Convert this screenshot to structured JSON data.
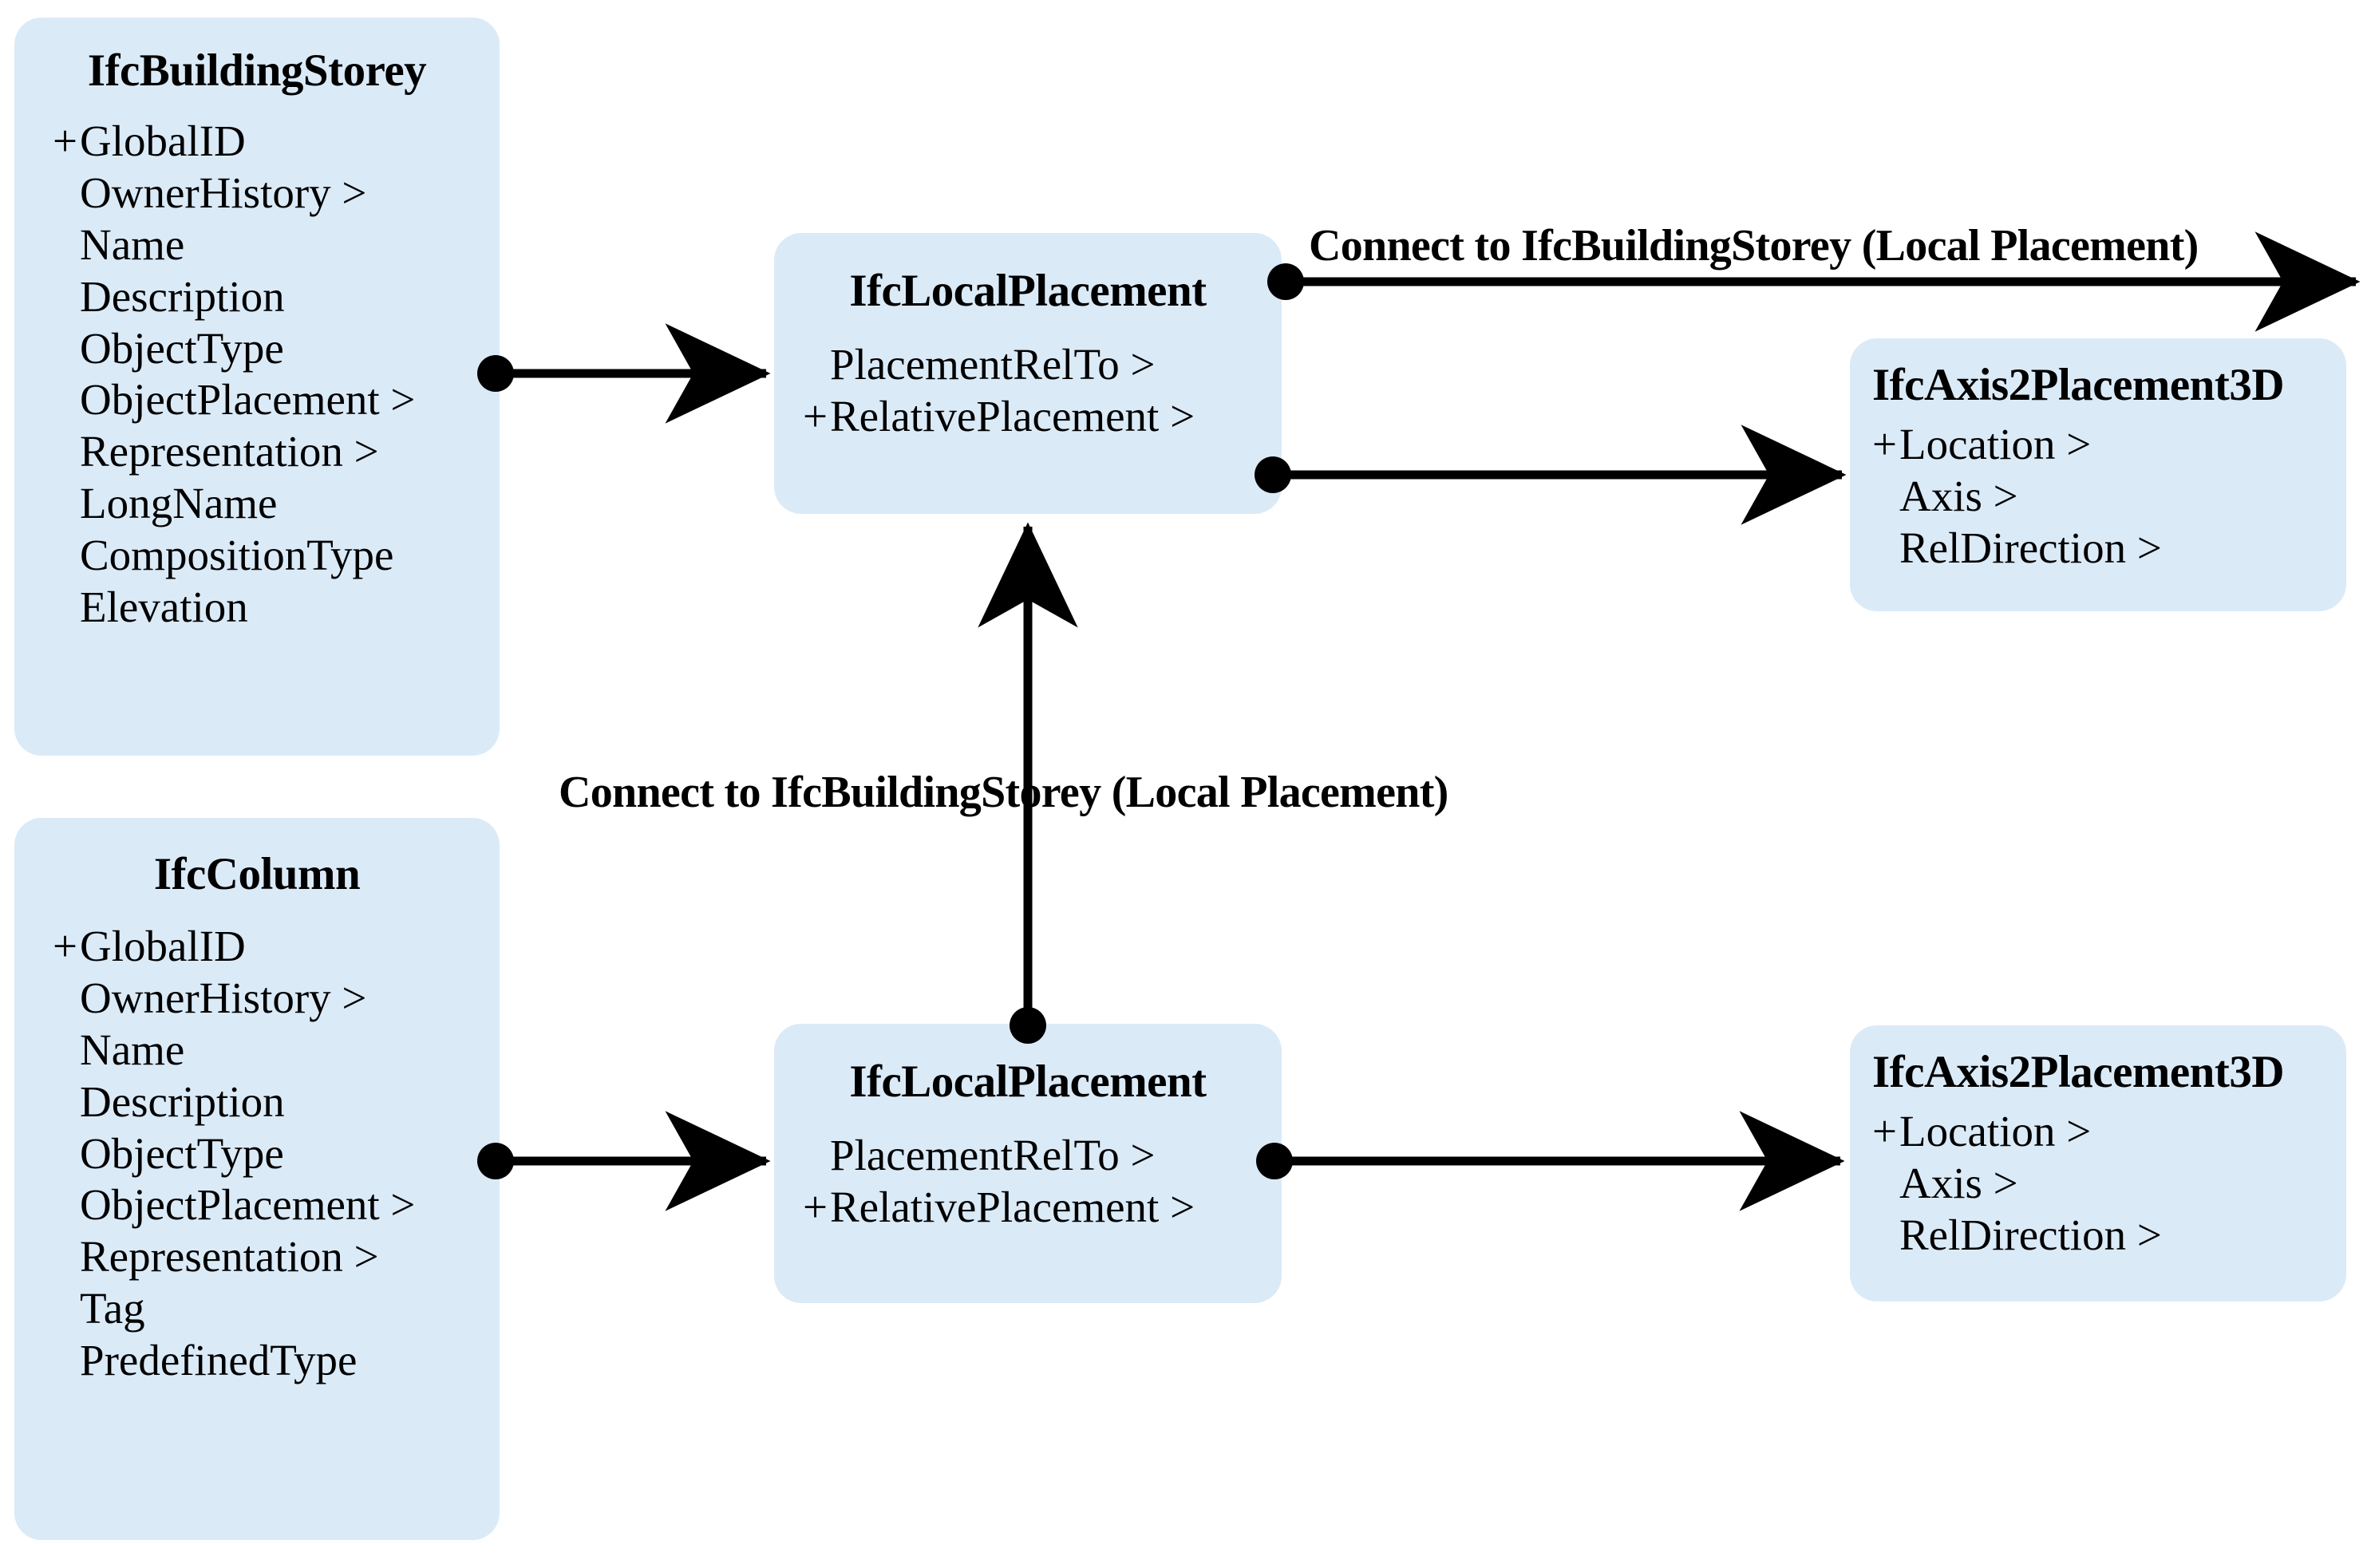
{
  "diagram": {
    "title_hidden": "IFC object placement relationship diagram",
    "colors": {
      "box_fill": "#dbeaf7",
      "stroke": "#000000",
      "page_background": "#ffffff"
    }
  },
  "boxes": {
    "ifc_building_storey": {
      "title": "IfcBuildingStorey",
      "attributes": [
        {
          "marker": "+",
          "name": "GlobalID"
        },
        {
          "marker": "",
          "name": "OwnerHistory >"
        },
        {
          "marker": "",
          "name": "Name"
        },
        {
          "marker": "",
          "name": "Description"
        },
        {
          "marker": "",
          "name": "ObjectType"
        },
        {
          "marker": "",
          "name": "ObjectPlacement >"
        },
        {
          "marker": "",
          "name": "Representation >"
        },
        {
          "marker": "",
          "name": "LongName"
        },
        {
          "marker": "",
          "name": "CompositionType"
        },
        {
          "marker": "",
          "name": "Elevation"
        }
      ]
    },
    "ifc_column": {
      "title": "IfcColumn",
      "attributes": [
        {
          "marker": "+",
          "name": "GlobalID"
        },
        {
          "marker": "",
          "name": "OwnerHistory >"
        },
        {
          "marker": "",
          "name": "Name"
        },
        {
          "marker": "",
          "name": "Description"
        },
        {
          "marker": "",
          "name": "ObjectType"
        },
        {
          "marker": "",
          "name": "ObjectPlacement >"
        },
        {
          "marker": "",
          "name": "Representation >"
        },
        {
          "marker": "",
          "name": "Tag"
        },
        {
          "marker": "",
          "name": "PredefinedType"
        }
      ]
    },
    "ifc_local_placement_top": {
      "title": "IfcLocalPlacement",
      "attributes": [
        {
          "marker": "",
          "name": "PlacementRelTo >"
        },
        {
          "marker": "+",
          "name": "RelativePlacement >"
        }
      ]
    },
    "ifc_local_placement_bottom": {
      "title": "IfcLocalPlacement",
      "attributes": [
        {
          "marker": "",
          "name": "PlacementRelTo >"
        },
        {
          "marker": "+",
          "name": "RelativePlacement >"
        }
      ]
    },
    "ifc_axis2_placement_3d_top": {
      "title": "IfcAxis2Placement3D",
      "attributes": [
        {
          "marker": "+",
          "name": "Location >"
        },
        {
          "marker": "",
          "name": "Axis >"
        },
        {
          "marker": "",
          "name": "RelDirection >"
        }
      ]
    },
    "ifc_axis2_placement_3d_bottom": {
      "title": "IfcAxis2Placement3D",
      "attributes": [
        {
          "marker": "+",
          "name": "Location >"
        },
        {
          "marker": "",
          "name": "Axis >"
        },
        {
          "marker": "",
          "name": "RelDirection >"
        }
      ]
    }
  },
  "edges": {
    "storey_to_localplacement": {
      "label": ""
    },
    "localplacement_top_to_storey": {
      "label": "Connect to IfcBuildingStorey (Local Placement)"
    },
    "localplacement_top_to_axis": {
      "label": ""
    },
    "column_to_localplacement": {
      "label": ""
    },
    "localplacement_bottom_to_storey": {
      "label": "Connect to IfcBuildingStorey (Local Placement)"
    },
    "localplacement_bottom_to_axis": {
      "label": ""
    }
  }
}
